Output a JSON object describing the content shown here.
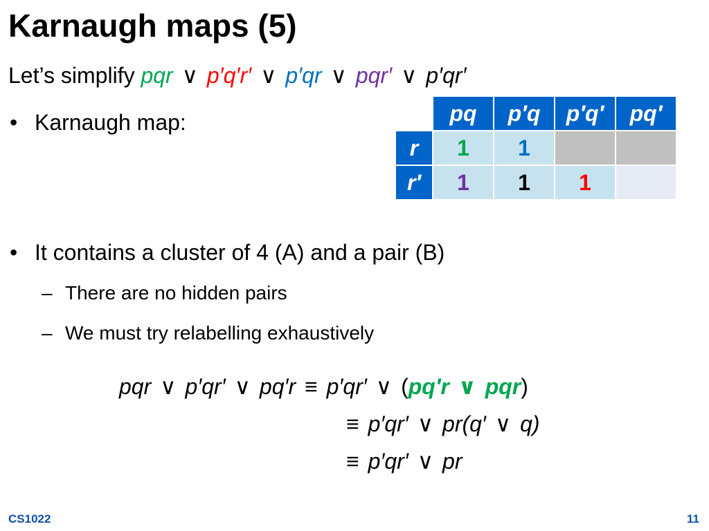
{
  "slide": {
    "title": "Karnaugh maps (5)",
    "intro_text": "Let’s simplify",
    "or_symbol": "∨",
    "equiv_symbol": "≡",
    "bullet_symbol": "•",
    "dash_symbol": "–",
    "intro_terms": [
      {
        "text": "pqr",
        "color": "#00a651"
      },
      {
        "text": "p′q′r′",
        "color": "#ff0000"
      },
      {
        "text": "p′qr",
        "color": "#0070c0"
      },
      {
        "text": "pqr′",
        "color": "#7030a0"
      },
      {
        "text": "p′qr′",
        "color": "#000000"
      }
    ],
    "bullets": [
      {
        "text": "Karnaugh map:"
      },
      {
        "text": "It contains a cluster of 4 (A) and a pair (B)"
      }
    ],
    "sub_bullets": [
      {
        "text": "There are no hidden pairs"
      },
      {
        "text": "We must try relabelling exhaustively"
      }
    ],
    "kmap": {
      "col_headers": [
        "pq",
        "p′q",
        "p′q′",
        "pq′"
      ],
      "rows": [
        {
          "header": "r",
          "cells": [
            {
              "value": "1",
              "color": "#00a651"
            },
            {
              "value": "1",
              "color": "#0070c0"
            },
            {
              "value": "",
              "color": "#000000"
            },
            {
              "value": "",
              "color": "#000000"
            }
          ]
        },
        {
          "header": "r′",
          "cells": [
            {
              "value": "1",
              "color": "#7030a0"
            },
            {
              "value": "1",
              "color": "#000000"
            },
            {
              "value": "1",
              "color": "#ff0000"
            },
            {
              "value": "",
              "color": "#000000"
            }
          ]
        }
      ]
    },
    "equation": {
      "lhs": [
        "pqr",
        "p′qr′",
        "pq′r"
      ],
      "line1": {
        "t1": "p′qr′",
        "open": "(",
        "g1": "pq′r",
        "g2": "pqr",
        "close": ")"
      },
      "line2": {
        "t1": "p′qr′",
        "t2": "pr",
        "paren": "(q′",
        "t3": "q)"
      },
      "line3": {
        "t1": "p′qr′",
        "t2": "pr"
      }
    },
    "footer": {
      "course": "CS1022",
      "page_number": "11"
    },
    "colors": {
      "green": "#00a651",
      "red": "#ff0000",
      "blue": "#0070c0",
      "purple": "#7030a0",
      "header_blue": "#0064c8"
    }
  }
}
